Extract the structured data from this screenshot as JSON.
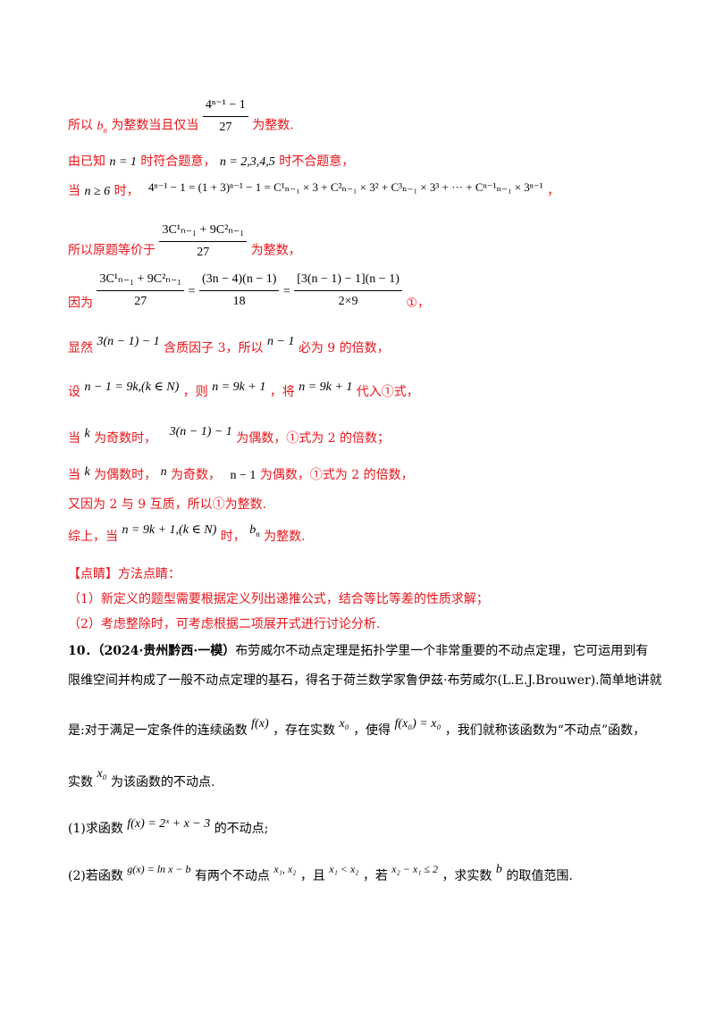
{
  "colors": {
    "solution_text": "#e8141b",
    "problem_text": "#000000"
  },
  "solution": {
    "l1_prefix": "所以",
    "l1_b": "b",
    "l1_sub": "n",
    "l1_mid": "为整数当且仅当",
    "l1_frac_num": "4ⁿ⁻¹ − 1",
    "l1_frac_den": "27",
    "l1_suffix": "为整数.",
    "l2_prefix": "由已知",
    "l2_m1": "n = 1",
    "l2_mid": "时符合题意，",
    "l2_m2": "n = 2,3,4,5",
    "l2_suffix": "时不合题意，",
    "l3_prefix": "当",
    "l3_m1": "n ≥ 6",
    "l3_mid": "时，",
    "l3_expansion": "4ⁿ⁻¹ − 1 = (1 + 3)ⁿ⁻¹ − 1 = C¹ₙ₋₁ × 3 + C²ₙ₋₁ × 3² + C³ₙ₋₁ × 3³ + ··· + Cⁿ⁻¹ₙ₋₁ × 3ⁿ⁻¹",
    "l3_suffix": "，",
    "l4_prefix": "所以原题等价于",
    "l4_frac_num": "3C¹ₙ₋₁ + 9C²ₙ₋₁",
    "l4_frac_den": "27",
    "l4_suffix": "为整数，",
    "l5_prefix": "因为",
    "l5_f1_num": "3C¹ₙ₋₁ + 9C²ₙ₋₁",
    "l5_f1_den": "27",
    "l5_eq1": "=",
    "l5_f2_num": "(3n − 4)(n − 1)",
    "l5_f2_den": "18",
    "l5_eq2": "=",
    "l5_f3_num": "[3(n − 1) − 1](n − 1)",
    "l5_f3_den": "2×9",
    "l5_suffix": "①，",
    "l6_prefix": "显然",
    "l6_m1": "3(n − 1) − 1",
    "l6_mid": "含质因子 3，所以",
    "l6_m2": "n − 1",
    "l6_suffix": "必为 9 的倍数，",
    "l7_prefix": "设",
    "l7_m1": "n − 1 = 9k,(k ∈ N)",
    "l7_mid1": "，则",
    "l7_m2": "n = 9k + 1",
    "l7_mid2": "，将",
    "l7_m3": "n = 9k + 1",
    "l7_suffix": "代入①式，",
    "l8_prefix": "当",
    "l8_m1": "k",
    "l8_mid": "为奇数时，",
    "l8_m2": "3(n − 1) − 1",
    "l8_suffix": "为偶数，①式为 2 的倍数；",
    "l9_prefix": "当",
    "l9_m1": "k",
    "l9_mid1": "为偶数时，",
    "l9_m2": "n",
    "l9_mid2": "为奇数，",
    "l9_m3": "n − 1",
    "l9_suffix": "为偶数，①式为 2 的倍数，",
    "l10": "又因为 2 与 9 互质，所以①为整数.",
    "l11_prefix": "综上，当",
    "l11_m1": "n = 9k + 1,(k ∈ N)",
    "l11_mid": "时，",
    "l11_b": "b",
    "l11_sub": "n",
    "l11_suffix": "为整数."
  },
  "comment": {
    "header": "【点睛】方法点睛：",
    "item1": "（1）新定义的题型需要根据定义列出递推公式，结合等比等差的性质求解；",
    "item2": "（2）考虑整除时，可考虑根据二项展开式进行讨论分析."
  },
  "problem": {
    "number": "10．",
    "source": "（2024·贵州黔西·一模）",
    "p1_rest": "布劳威尔不动点定理是拓扑学里一个非常重要的不动点定理，它可运用到有",
    "p2": "限维空间并构成了一般不动点定理的基石，得名于荷兰数学家鲁伊兹·布劳威尔(L.E.J.Brouwer).简单地讲就",
    "p3_a": "是:对于满足一定条件的连续函数",
    "p3_m1": "f(x)",
    "p3_b": "，存在实数",
    "p3_m2": "x₀",
    "p3_c": "，使得",
    "p3_m3": "f(x₀) = x₀",
    "p3_d": "，我们就称该函数为“不动点”函数，",
    "p4_a": "实数",
    "p4_m1": "x₀",
    "p4_b": "为该函数的不动点.",
    "q1_a": "(1)求函数",
    "q1_m1": "f(x) = 2ˣ + x − 3",
    "q1_b": "的不动点;",
    "q2_a": "(2)若函数",
    "q2_m1": "g(x) = ln x − b",
    "q2_b": "有两个不动点",
    "q2_m2": "x₁, x₂",
    "q2_c": "，且",
    "q2_m3": "x₁ < x₂",
    "q2_d": "，若",
    "q2_m4": "x₂ − x₁ ≤ 2",
    "q2_e": "，求实数",
    "q2_m5": "b",
    "q2_f": "的取值范围."
  }
}
